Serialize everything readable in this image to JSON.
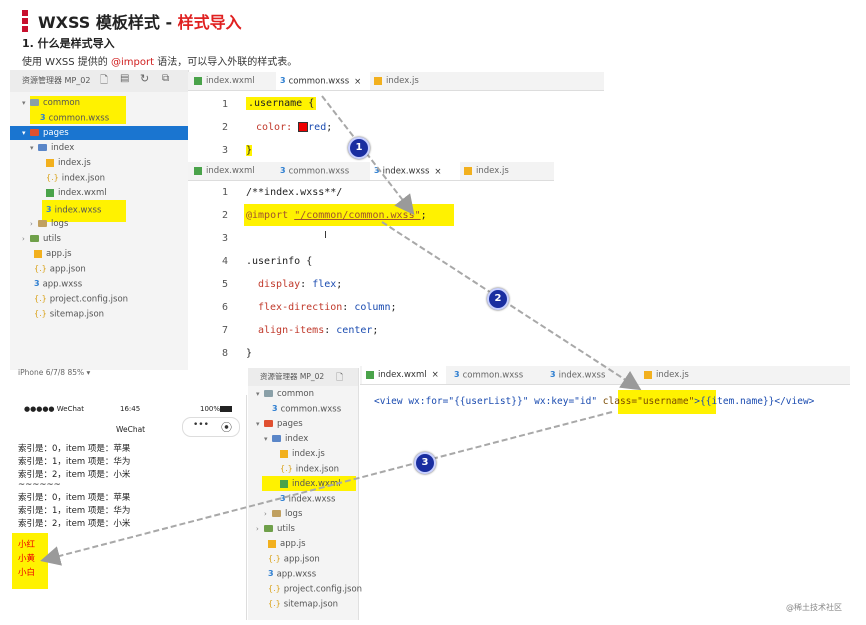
{
  "header": {
    "title_main": "WXSS 模板样式 - ",
    "title_accent": "样式导入",
    "section": "1. 什么是样式导入",
    "desc_prefix": "使用 WXSS 提供的 ",
    "desc_kw": "@import",
    "desc_suffix": " 语法，可以导入外联的样式表。"
  },
  "colors": {
    "accent": "#e02020",
    "highlight": "#fff200",
    "selection": "#1a75d0",
    "badge": "#1a2ea0"
  },
  "tree1": {
    "toolbar_label": "资源管理器 MP_02",
    "items": [
      "common",
      "common.wxss",
      "pages",
      "index",
      "index.js",
      "index.json",
      "index.wxml",
      "index.wxss",
      "logs",
      "utils",
      "app.js",
      "app.json",
      "app.wxss",
      "project.config.json",
      "sitemap.json"
    ],
    "device": "iPhone 6/7/8 85% ▾"
  },
  "editor1": {
    "tabs": [
      "index.wxml",
      "common.wxss",
      "index.js"
    ],
    "lines": [
      ".username {",
      "  color:  red;",
      "}"
    ],
    "line_numbers": [
      "1",
      "2",
      "3"
    ]
  },
  "editor2": {
    "tabs": [
      "index.wxml",
      "common.wxss",
      "index.wxss",
      "index.js"
    ],
    "line_numbers": [
      "1",
      "2",
      "3",
      "4",
      "5",
      "6",
      "7",
      "8"
    ],
    "l1": "/**index.wxss**/",
    "l2_kw": "@import",
    "l2_str": "\"/common/common.wxss\"",
    "l2_end": ";",
    "l4": ".userinfo {",
    "l5_prop": "display",
    "l5_val": "flex",
    "l6_prop": "flex-direction",
    "l6_val": "column",
    "l7_prop": "align-items",
    "l7_val": "center",
    "l8": "}"
  },
  "tree2": {
    "toolbar_label": "资源管理器 MP_02",
    "items": [
      "common",
      "common.wxss",
      "pages",
      "index",
      "index.js",
      "index.json",
      "index.wxml",
      "index.wxss",
      "logs",
      "utils",
      "app.js",
      "app.json",
      "app.wxss",
      "project.config.json",
      "sitemap.json"
    ]
  },
  "editor3": {
    "tabs": [
      "index.wxml",
      "common.wxss",
      "index.wxss",
      "index.js"
    ],
    "code_a": "<view wx:for=\"{{userList}}\" wx:key=\"id\" ",
    "code_class": "class=\"username\"",
    "code_b": ">{{item.name}}</view>"
  },
  "phone": {
    "carrier": "●●●●● WeChat",
    "time": "16:45",
    "battery": "100%",
    "app_title": "WeChat",
    "menu": "•••",
    "rows1": [
      "索引是：0，item 项是：苹果",
      "索引是：1，item 项是：华为",
      "索引是：2，item 项是：小米"
    ],
    "sep": "~~~~~~",
    "rows2": [
      "索引是：0，item 项是：苹果",
      "索引是：1，item 项是：华为",
      "索引是：2，item 项是：小米"
    ],
    "names": [
      "小红",
      "小黄",
      "小白"
    ]
  },
  "badges": [
    "1",
    "2",
    "3"
  ],
  "watermark": "@稀土技术社区"
}
